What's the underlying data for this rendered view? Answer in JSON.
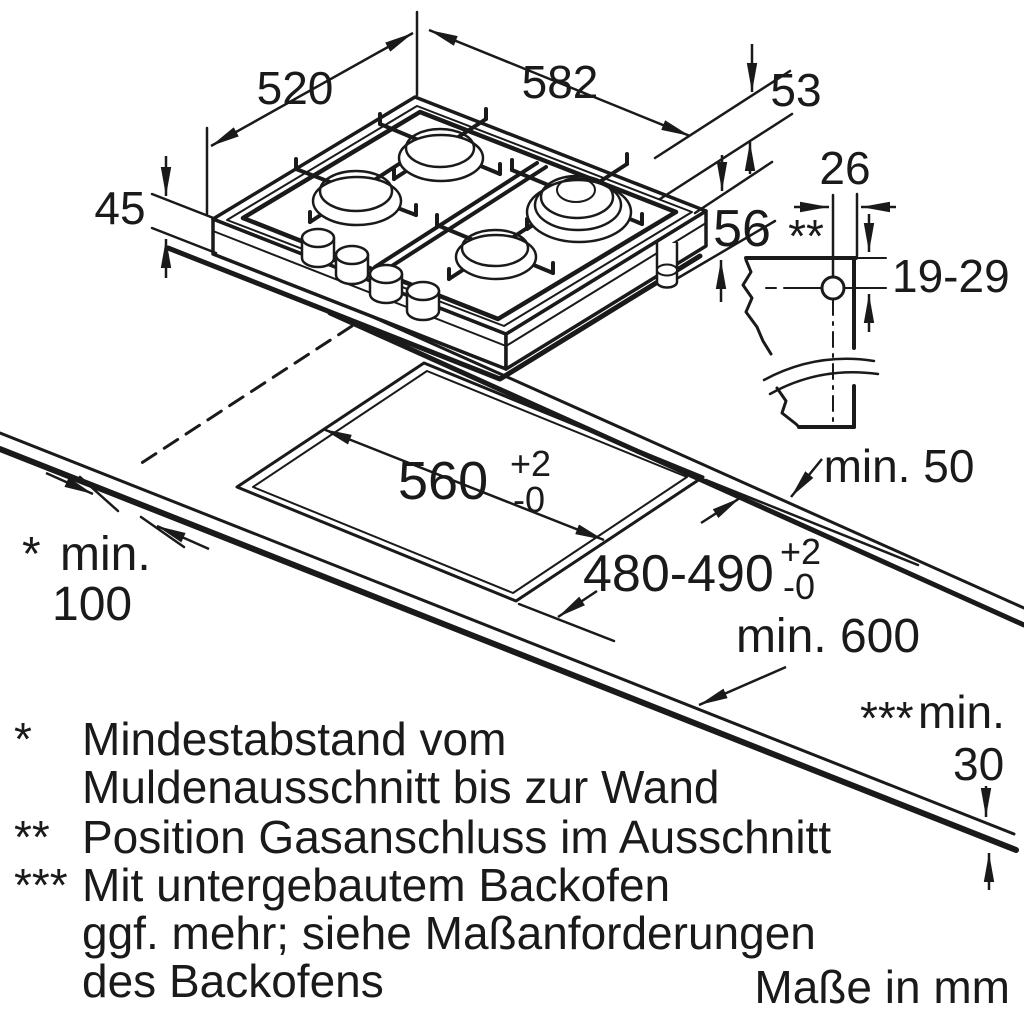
{
  "dimensions": {
    "d520": "520",
    "d582": "582",
    "d53": "53",
    "d45": "45",
    "d56": "56",
    "gas_position_marker": "**",
    "d26": "26",
    "d19_29": "19-29",
    "min50": "min. 50",
    "cutout_width": "560",
    "cutout_width_plus": "+2",
    "cutout_width_minus": "-0",
    "cutout_depth": "480-490",
    "cutout_depth_plus": "+2",
    "cutout_depth_minus": "-0",
    "min100_marker": "*",
    "min100_label": "min.",
    "min100_value": "100",
    "min600": "min. 600",
    "min30_marker": "***",
    "min30_label": "min.",
    "min30_value": "30"
  },
  "footnotes": {
    "f1_marker": "*",
    "f1_line1": "Mindestabstand vom",
    "f1_line2": "Muldenausschnitt bis zur Wand",
    "f2_marker": "**",
    "f2_line1": "Position Gasanschluss im Ausschnitt",
    "f3_marker": "***",
    "f3_line1": "Mit untergebautem Backofen",
    "f3_line2": "ggf. mehr; siehe Maßanforderungen",
    "f3_line3": "des Backofens"
  },
  "units_note": "Maße in mm",
  "colors": {
    "line": "#1a1a1a",
    "burner": "#c8c8c8",
    "background": "#ffffff"
  }
}
